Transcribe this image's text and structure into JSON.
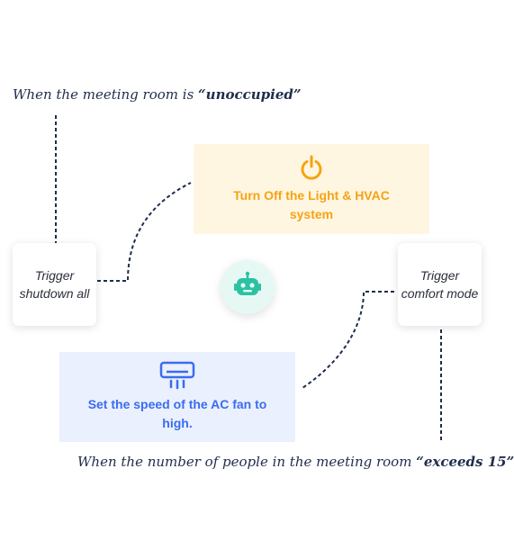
{
  "notes": {
    "top_prefix": "When the meeting room is ",
    "top_emphasis": "“unoccupied”",
    "bottom_prefix": "When the number of people in the meeting room ",
    "bottom_emphasis": "“exceeds 15”"
  },
  "triggers": {
    "left": "Trigger shutdown all",
    "right": "Trigger comfort mode"
  },
  "actions": {
    "orange": {
      "label": "Turn Off the Light & HVAC system",
      "icon": "power-icon"
    },
    "blue": {
      "label": "Set the speed of the AC fan to high.",
      "icon": "air-conditioner-icon"
    }
  },
  "center": {
    "icon": "robot-icon"
  },
  "colors": {
    "orange_text": "#f5a314",
    "orange_bg": "#fff6e1",
    "blue_text": "#3a6cf0",
    "blue_bg": "#eaf0fe",
    "robot": "#2bc2a3",
    "robot_bg": "#e6f8f4",
    "connector": "#1f2d4d"
  }
}
